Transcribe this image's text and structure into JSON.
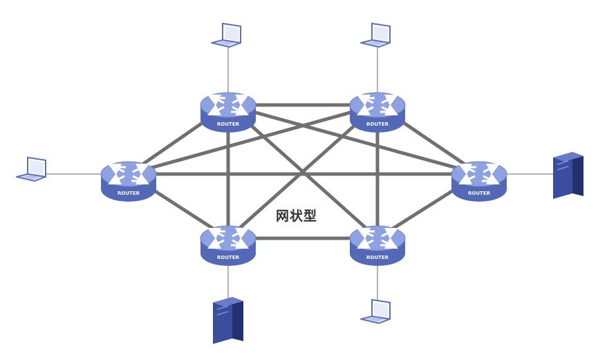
{
  "diagram": {
    "label": "网状型",
    "router_text": "ROUTER",
    "colors": {
      "router_top": "#8ea1e0",
      "router_side": "#5468b8",
      "router_arrows": "#ffffff",
      "mesh_link": "#707070",
      "access_link": "#9a9a9a",
      "laptop": "#5d6fc2",
      "server": "#3b4d9c"
    },
    "routers": [
      {
        "id": "r1",
        "position": "top-left"
      },
      {
        "id": "r2",
        "position": "top-right"
      },
      {
        "id": "r3",
        "position": "left"
      },
      {
        "id": "r4",
        "position": "right"
      },
      {
        "id": "r5",
        "position": "bottom-left"
      },
      {
        "id": "r6",
        "position": "bottom-right"
      }
    ],
    "mesh_links": [
      [
        "r1",
        "r2"
      ],
      [
        "r1",
        "r3"
      ],
      [
        "r1",
        "r5"
      ],
      [
        "r1",
        "r6"
      ],
      [
        "r1",
        "r4"
      ],
      [
        "r2",
        "r3"
      ],
      [
        "r2",
        "r4"
      ],
      [
        "r2",
        "r5"
      ],
      [
        "r2",
        "r6"
      ],
      [
        "r3",
        "r4"
      ],
      [
        "r3",
        "r5"
      ],
      [
        "r4",
        "r6"
      ],
      [
        "r5",
        "r6"
      ]
    ],
    "endpoints": [
      {
        "type": "laptop",
        "router": "r1"
      },
      {
        "type": "laptop",
        "router": "r2"
      },
      {
        "type": "laptop",
        "router": "r3"
      },
      {
        "type": "server",
        "router": "r4"
      },
      {
        "type": "server",
        "router": "r5"
      },
      {
        "type": "laptop",
        "router": "r6"
      }
    ]
  }
}
